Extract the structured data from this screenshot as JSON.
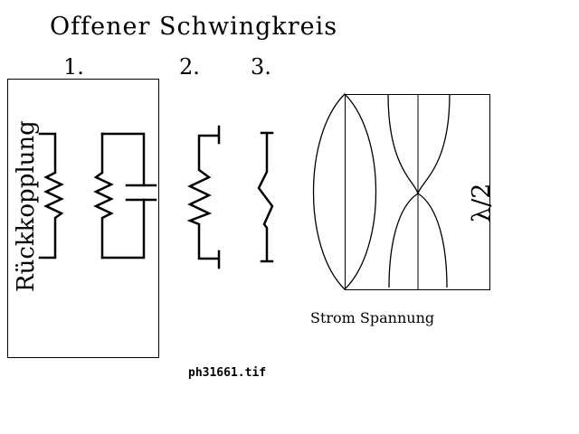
{
  "title": "Offener  Schwingkreis",
  "steps": [
    "1.",
    "2.",
    "3."
  ],
  "feedback_label": "Rückkopplung",
  "wavelength_label": "λ/2",
  "legend_caption": "Strom Spannung",
  "filename": "ph31661.tif",
  "colors": {
    "ink": "#000000",
    "background": "#ffffff"
  }
}
